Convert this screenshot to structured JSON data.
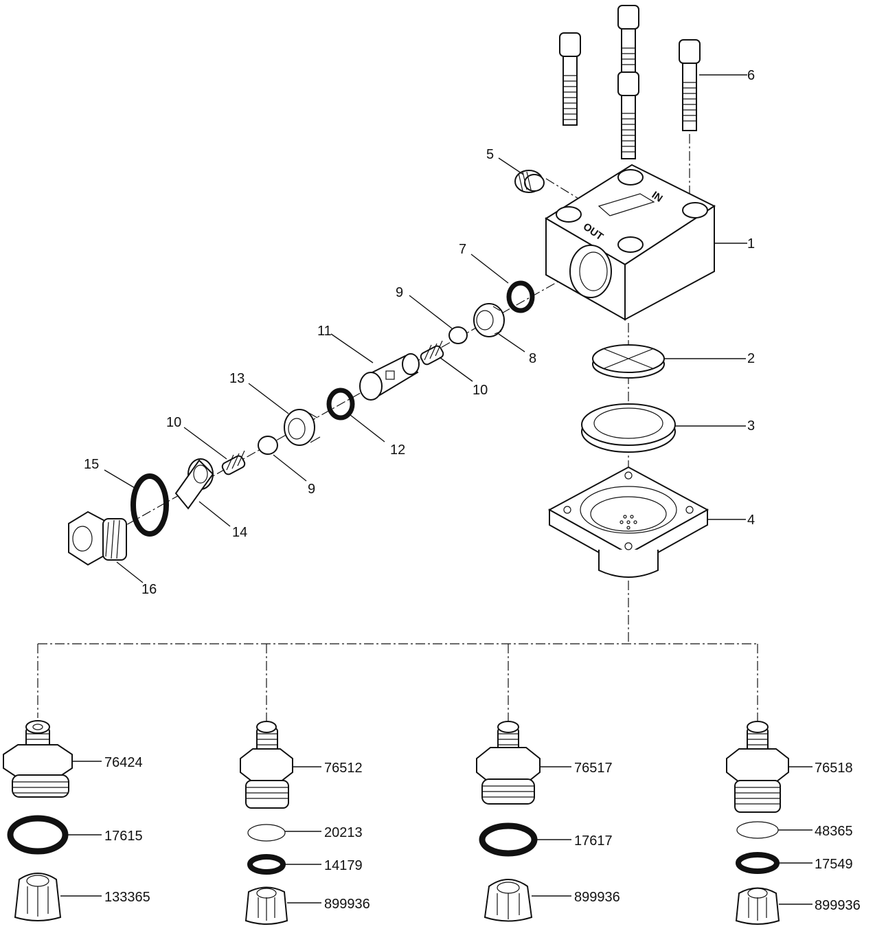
{
  "block_markings": {
    "in": "IN",
    "out": "OUT"
  },
  "callouts": {
    "p1": "1",
    "p2": "2",
    "p3": "3",
    "p4": "4",
    "p5": "5",
    "p6": "6",
    "p7": "7",
    "p8": "8",
    "p9a": "9",
    "p9b": "9",
    "p10a": "10",
    "p10b": "10",
    "p11": "11",
    "p12": "12",
    "p13": "13",
    "p14": "14",
    "p15": "15",
    "p16": "16"
  },
  "variants": [
    {
      "fitting": "76424",
      "rings": [
        "17615"
      ],
      "strainer": "133365"
    },
    {
      "fitting": "76512",
      "rings": [
        "20213",
        "14179"
      ],
      "strainer": "899936"
    },
    {
      "fitting": "76517",
      "rings": [
        "17617"
      ],
      "strainer": "899936"
    },
    {
      "fitting": "76518",
      "rings": [
        "48365",
        "17549"
      ],
      "strainer": "899936"
    }
  ]
}
